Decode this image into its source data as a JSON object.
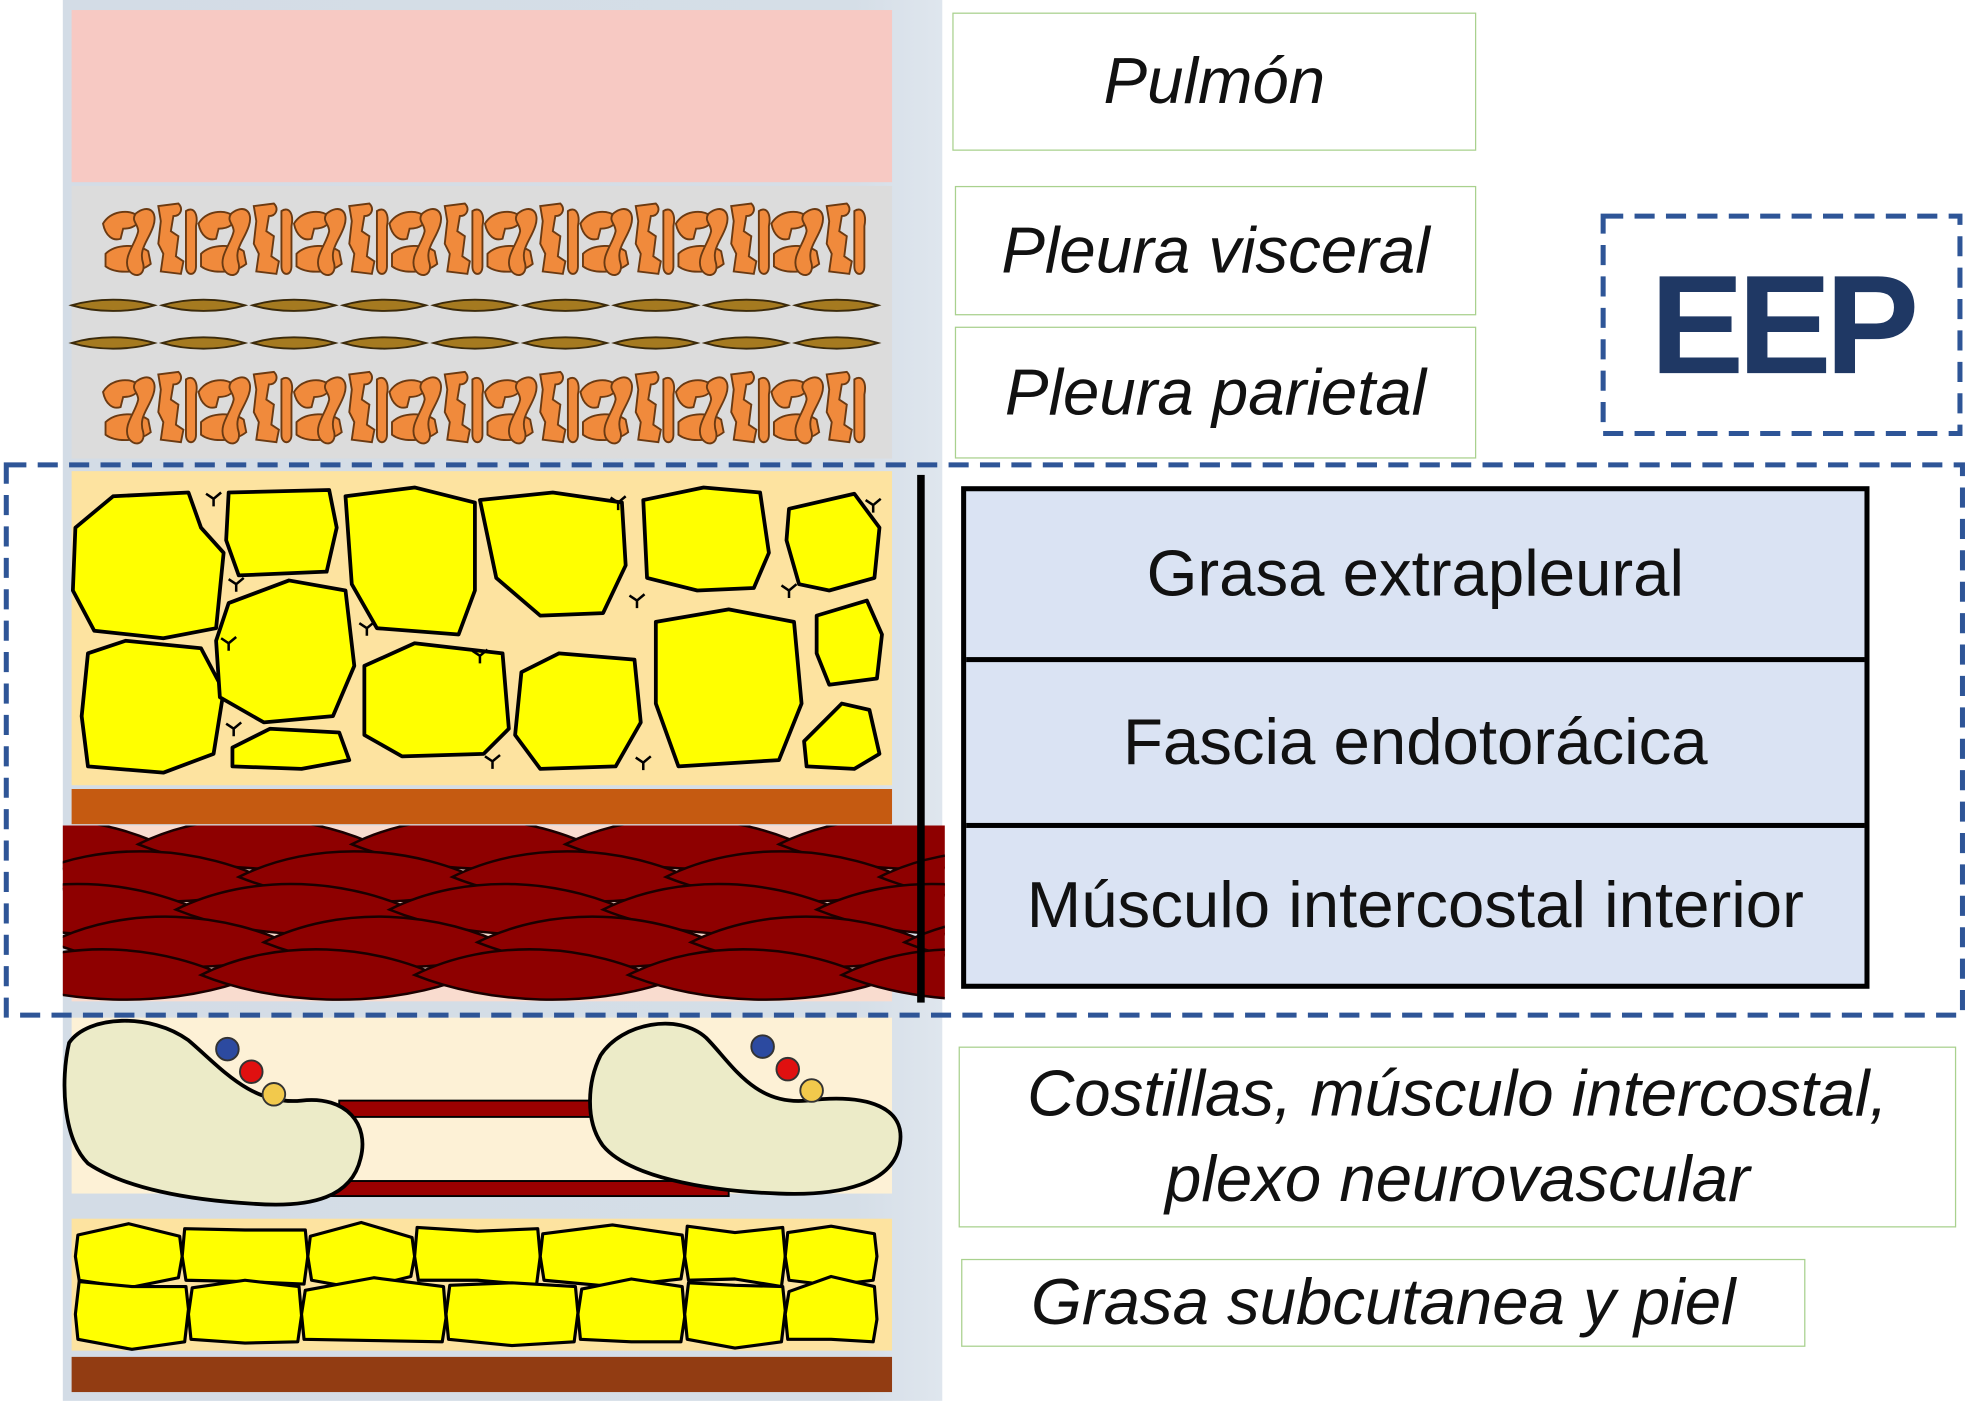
{
  "labels": {
    "pulmon": "Pulmón",
    "pleura_visceral": "Pleura visceral",
    "pleura_parietal": "Pleura parietal",
    "eep": "EEP",
    "grasa_extrapleural": "Grasa extrapleural",
    "fascia_endotoracica": "Fascia endotorácica",
    "musculo_intercostal_interior": "Músculo intercostal interior",
    "costillas_line1": "Costillas, músculo intercostal,",
    "costillas_line2": "plexo neurovascular",
    "grasa_subcutanea": "Grasa subcutanea y piel"
  },
  "colors": {
    "dashed_outline": "#2e5597",
    "eep_text": "#1f3864",
    "table_fill": "#dae3f3",
    "label_border": "#a9d18e",
    "lung": "#f7c9c3",
    "pleura_cells": "#f08a3c",
    "fat": "#ffff00",
    "fascia": "#c55a11",
    "muscle": "#8e0000",
    "rib": "#ecebc8"
  }
}
